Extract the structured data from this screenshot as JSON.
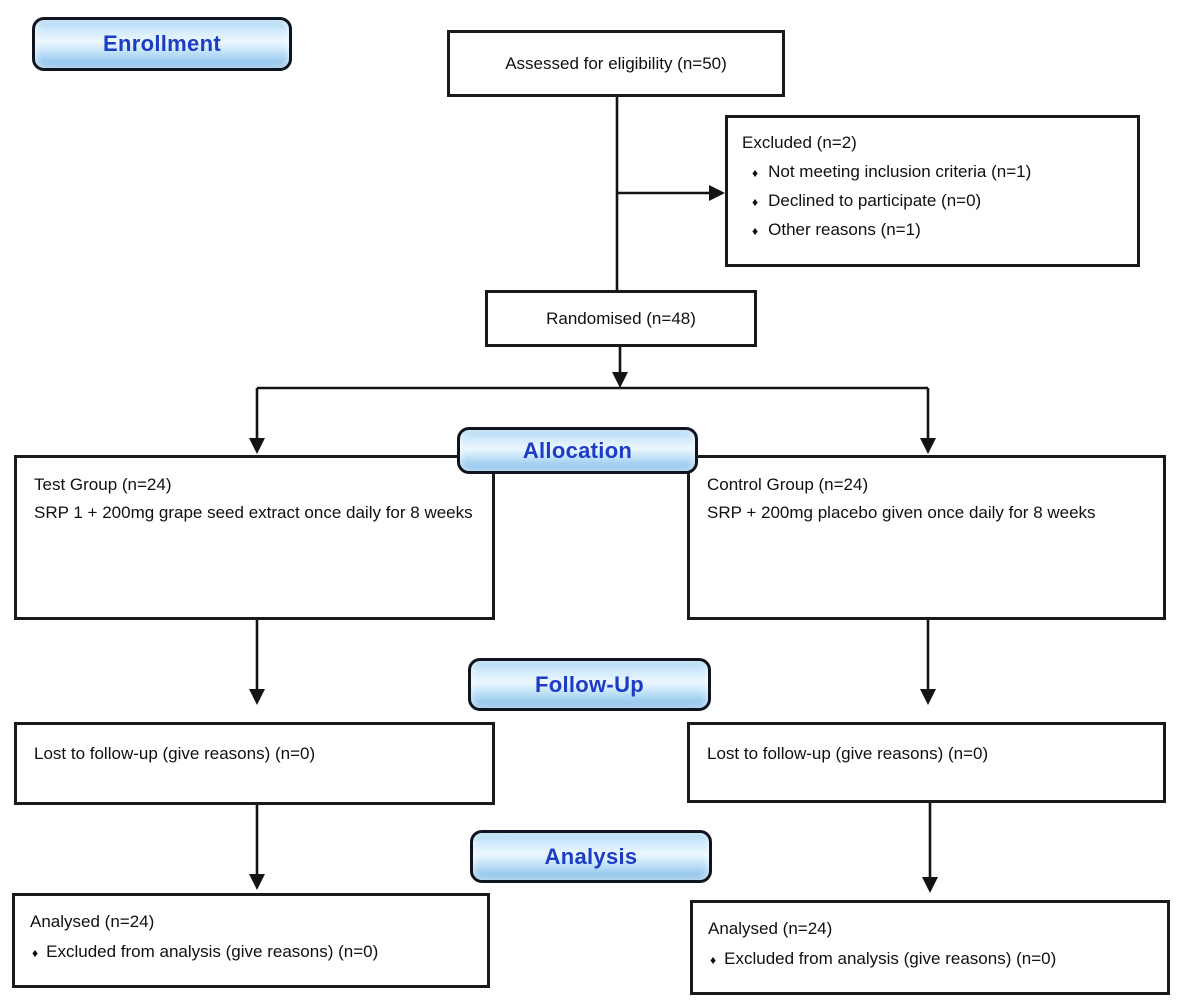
{
  "diagram": {
    "title_semantic": "CONSORT participant flow diagram",
    "bullet": "♦",
    "stages": {
      "enrollment": "Enrollment",
      "allocation": "Allocation",
      "follow_up": "Follow-Up",
      "analysis": "Analysis"
    },
    "assessed": "Assessed for eligibility (n=50)",
    "excluded": {
      "title": "Excluded (n=2)",
      "reasons": [
        "Not meeting inclusion criteria (n=1)",
        "Declined to participate (n=0)",
        "Other reasons (n=1)"
      ]
    },
    "randomised": "Randomised (n=48)",
    "test_group": {
      "title": "Test Group (n=24)",
      "description": "SRP 1 + 200mg grape seed extract once daily for 8 weeks"
    },
    "control_group": {
      "title": "Control Group (n=24)",
      "description": "SRP + 200mg placebo given once daily for 8 weeks"
    },
    "lost_followup_left": "Lost to follow-up (give reasons) (n=0)",
    "lost_followup_right": "Lost to follow-up (give reasons) (n=0)",
    "analysed_left": {
      "title": "Analysed (n=24)",
      "reasons": [
        "Excluded from analysis (give reasons) (n=0)"
      ]
    },
    "analysed_right": {
      "title": "Analysed (n=24)",
      "reasons": [
        "Excluded from analysis (give reasons) (n=0)"
      ]
    }
  },
  "colors": {
    "background": "#ffffff",
    "box_border": "#1a1a1a",
    "connector": "#141414",
    "stage_fill_top": "#a6d2f0",
    "stage_fill_mid": "#ecf7fe",
    "stage_fill_bottom": "#85bce8",
    "stage_border": "#10141f",
    "stage_text": "#1c3cc4"
  }
}
